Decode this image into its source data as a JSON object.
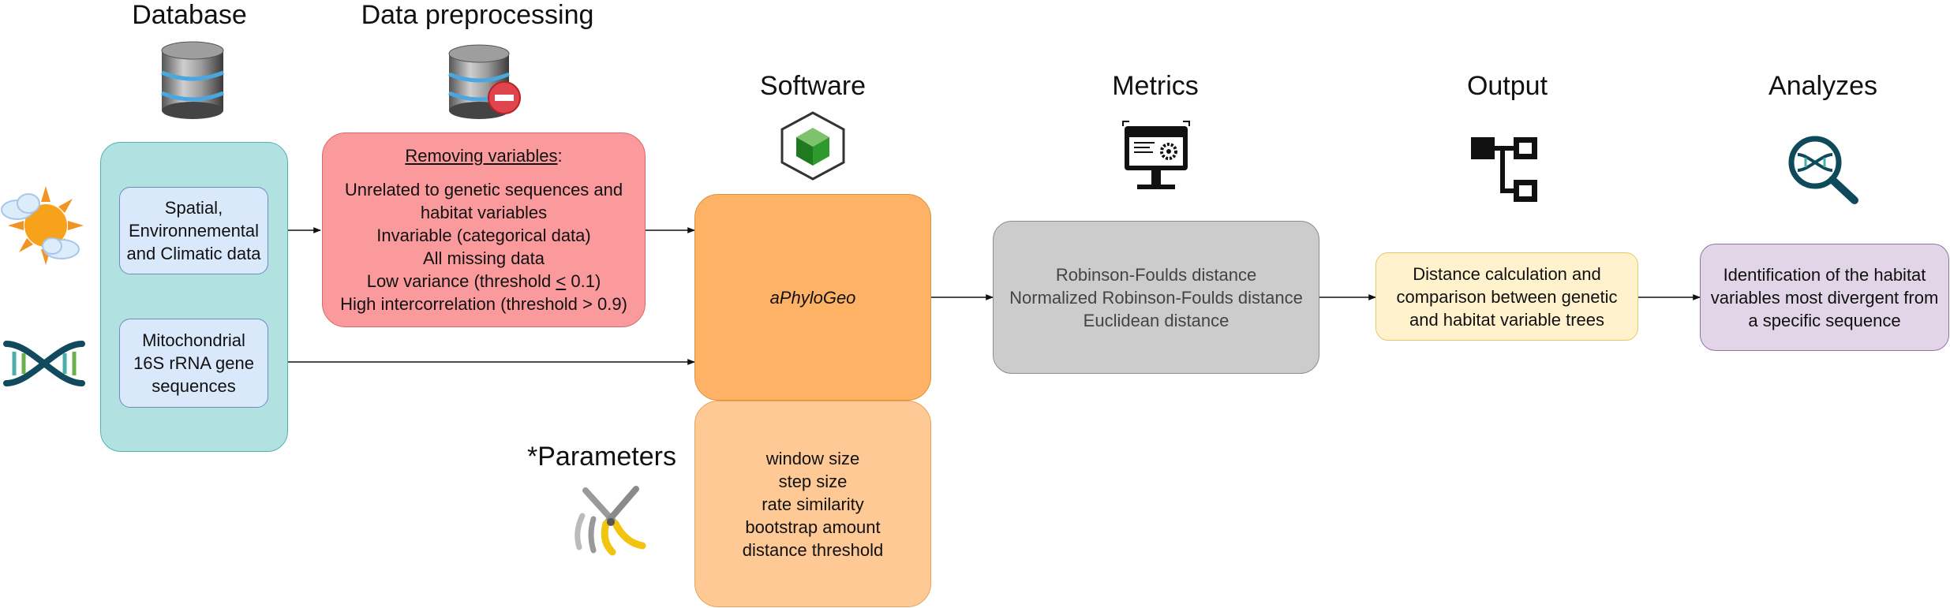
{
  "colors": {
    "database_panel": "#b2e1e2",
    "database_inner": "#dae8fc",
    "preprocess_box": "#fb9a9d",
    "software_box": "#fdb266",
    "parameters_box": "#fec994",
    "metrics_box": "#cccccc",
    "output_box": "#fff2cc",
    "analyzes_box": "#e1d5e7"
  },
  "titles": {
    "database": "Database",
    "preprocessing": "Data preprocessing",
    "software": "Software",
    "metrics": "Metrics",
    "output": "Output",
    "analyzes": "Analyzes",
    "parameters": "*Parameters"
  },
  "database": {
    "spatial_lines": [
      "Spatial,",
      "Environnemental",
      "and Climatic data"
    ],
    "mito_lines": [
      "Mitochondrial",
      "16S rRNA gene",
      "sequences"
    ]
  },
  "preprocessing": {
    "heading": "Removing variables",
    "heading_suffix": ":",
    "lines": [
      "Unrelated to genetic sequences and",
      "habitat variables",
      "Invariable (categorical data)",
      "All missing data"
    ],
    "low_variance_prefix": "Low variance (threshold ",
    "low_variance_symbol": "<",
    "low_variance_suffix": " 0.1)",
    "high_intercorrelation": "High intercorrelation (threshold > 0.9)"
  },
  "software": {
    "name": "aPhyloGeo"
  },
  "parameters": {
    "lines": [
      "window size",
      "step size",
      "rate similarity",
      "bootstrap amount",
      "distance threshold"
    ]
  },
  "metrics": {
    "lines": [
      "Robinson-Foulds distance",
      "Normalized Robinson-Foulds distance",
      "Euclidean distance"
    ]
  },
  "output": {
    "lines": [
      "Distance calculation and",
      "comparison between genetic",
      "and habitat variable trees"
    ]
  },
  "analyzes": {
    "lines": [
      "Identification of the habitat",
      "variables most divergent from",
      "a specific sequence"
    ]
  },
  "icons": {
    "database": "database-icon",
    "database_remove": "database-remove-icon",
    "software": "green-cube-icon",
    "metrics": "computer-settings-icon",
    "output": "tree-structure-icon",
    "analyzes": "dna-magnifier-icon",
    "weather": "sun-cloud-icon",
    "dna": "dna-icon",
    "parameters": "pliers-tools-icon"
  }
}
